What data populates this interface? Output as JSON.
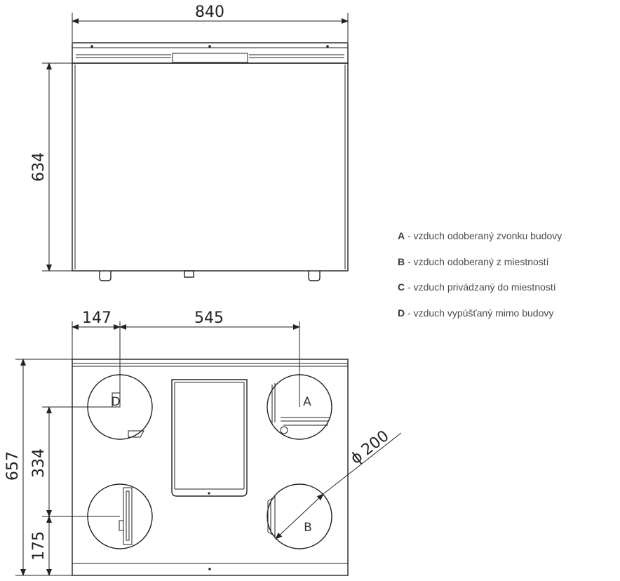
{
  "dimensions": {
    "width_top": "840",
    "height_top": "634",
    "offset_left": "147",
    "spacing": "545",
    "height_bottom": "657",
    "offset_mid": "334",
    "offset_low": "175",
    "diameter": "200",
    "diameter_symbol": "ϕ"
  },
  "ports": {
    "a": "A",
    "b": "B",
    "d": "D"
  },
  "legend": [
    {
      "key": "A",
      "text": " - vzduch odoberaný zvonku budovy"
    },
    {
      "key": "B",
      "text": " - vzduch odoberaný z miestností"
    },
    {
      "key": "C",
      "text": " - vzduch privádzaný do miestností"
    },
    {
      "key": "D",
      "text": " - vzduch vypúšťaný mimo budovy"
    }
  ]
}
